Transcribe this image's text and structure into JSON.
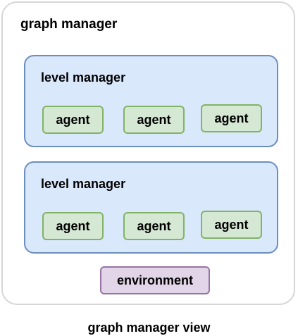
{
  "graph_manager": {
    "title": "graph manager",
    "levels": [
      {
        "title": "level manager",
        "agents": [
          "agent",
          "agent",
          "agent"
        ]
      },
      {
        "title": "level manager",
        "agents": [
          "agent",
          "agent",
          "agent"
        ]
      }
    ],
    "environment": "environment"
  },
  "caption": "graph manager view",
  "colors": {
    "outer_border": "#d6d6d6",
    "level_fill": "#dae8fc",
    "level_border": "#6c8ebf",
    "agent_fill": "#d5e8d4",
    "agent_border": "#82b366",
    "environment_fill": "#e1d5e7",
    "environment_border": "#9673a6"
  }
}
